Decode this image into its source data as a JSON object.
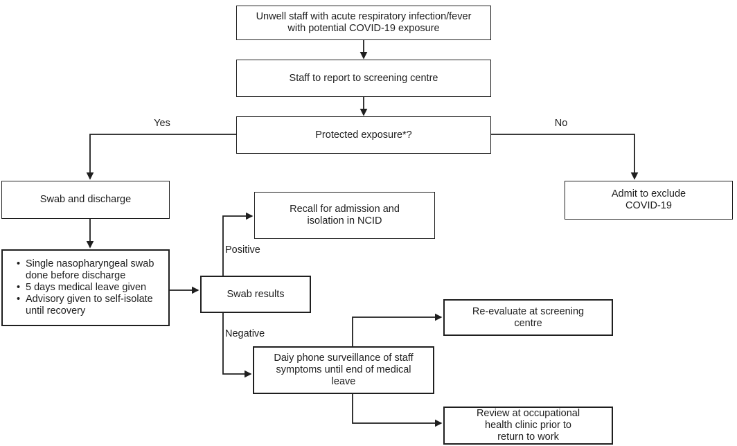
{
  "colors": {
    "background": "#ffffff",
    "line": "#1f1f1f",
    "box_border": "#1f1f1f",
    "text": "#1d1d1d"
  },
  "edge_labels": {
    "yes": "Yes",
    "no": "No",
    "positive": "Positive",
    "negative": "Negative"
  },
  "nodes": {
    "unwell": {
      "lines": [
        "Unwell staff with acute respiratory infection/fever",
        "with potential COVID-19 exposure"
      ]
    },
    "report": {
      "text": "Staff to report to screening centre"
    },
    "protected_exposure": {
      "text": "Protected exposure*?"
    },
    "swab_and_discharge": {
      "text": "Swab and discharge"
    },
    "admit": {
      "lines": [
        "Admit to exclude",
        "COVID-19"
      ]
    },
    "swab_details": {
      "items": [
        "Single nasopharyngeal swab done before discharge",
        "5 days medical leave given",
        "Advisory given to self-isolate until recovery"
      ]
    },
    "swab_results": {
      "text": "Swab results"
    },
    "recall": {
      "lines": [
        "Recall for admission and",
        "isolation in NCID"
      ]
    },
    "daily_surveillance": {
      "lines": [
        "Daiy phone surveillance of staff",
        "symptoms until end of medical",
        "leave"
      ]
    },
    "reevaluate": {
      "lines": [
        "Re-evaluate at screening",
        "centre"
      ]
    },
    "review": {
      "lines": [
        "Review at occupational",
        "health clinic prior to",
        "return to work"
      ]
    }
  }
}
